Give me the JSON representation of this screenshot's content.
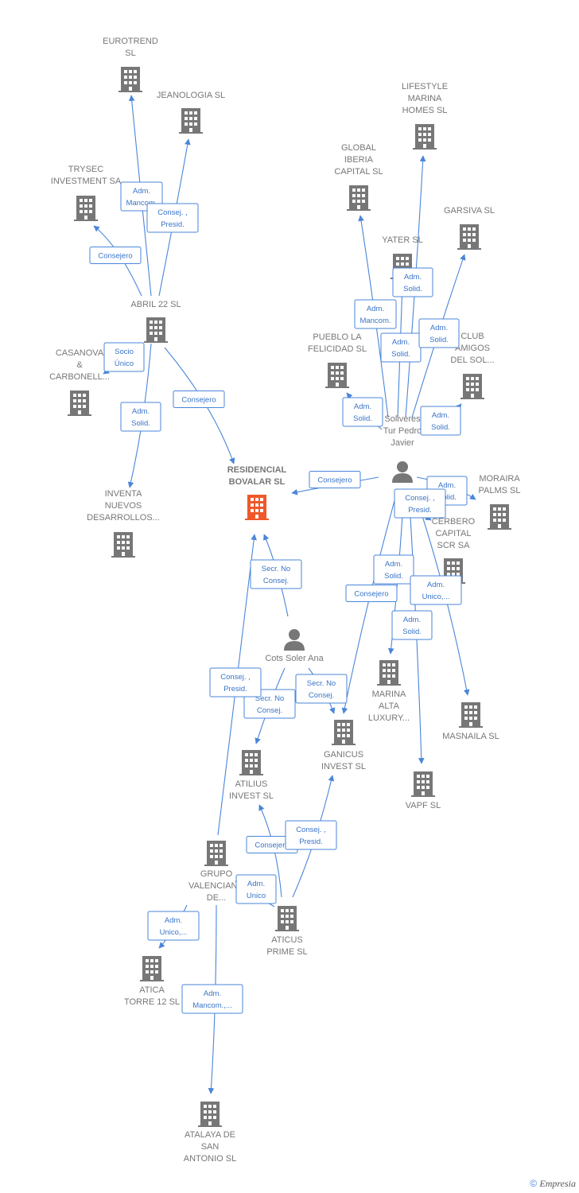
{
  "colors": {
    "edge": "#4a86d9",
    "company": "#777777",
    "focus": "#f0582a",
    "person": "#777777"
  },
  "nodes": [
    {
      "id": "eurotrend",
      "type": "company",
      "label": [
        "EUROTREND",
        "SL"
      ]
    },
    {
      "id": "jeanologia",
      "type": "company",
      "label": [
        "JEANOLOGIA SL"
      ]
    },
    {
      "id": "trysec",
      "type": "company",
      "label": [
        "TRYSEC",
        "INVESTMENT SA"
      ]
    },
    {
      "id": "abril22",
      "type": "company",
      "label": [
        "ABRIL 22  SL"
      ]
    },
    {
      "id": "casanova",
      "type": "company",
      "label": [
        "CASANOVA",
        "&",
        "CARBONELL..."
      ]
    },
    {
      "id": "inventa",
      "type": "company",
      "label": [
        "INVENTA",
        "NUEVOS",
        "DESARROLLOS..."
      ]
    },
    {
      "id": "residencial",
      "type": "focus",
      "label": [
        "RESIDENCIAL",
        "BOVALAR  SL"
      ]
    },
    {
      "id": "lifestyle",
      "type": "company",
      "label": [
        "LIFESTYLE",
        "MARINA",
        "HOMES  SL"
      ]
    },
    {
      "id": "global",
      "type": "company",
      "label": [
        "GLOBAL",
        "IBERIA",
        "CAPITAL SL"
      ]
    },
    {
      "id": "garsiva",
      "type": "company",
      "label": [
        "GARSIVA SL"
      ]
    },
    {
      "id": "yater",
      "type": "company",
      "label": [
        "YATER SL"
      ]
    },
    {
      "id": "pueblo",
      "type": "company",
      "label": [
        "PUEBLO LA",
        "FELICIDAD SL"
      ]
    },
    {
      "id": "club",
      "type": "company",
      "label": [
        "CLUB",
        "AMIGOS",
        "DEL SOL..."
      ]
    },
    {
      "id": "soliveres",
      "type": "person",
      "label": [
        "Soliveres",
        "Tur Pedro",
        "Javier"
      ]
    },
    {
      "id": "moraira",
      "type": "company",
      "label": [
        "MORAIRA",
        "PALMS  SL"
      ]
    },
    {
      "id": "cerbero",
      "type": "company",
      "label": [
        "CERBERO",
        "CAPITAL",
        "SCR SA"
      ]
    },
    {
      "id": "cots",
      "type": "person",
      "label": [
        "Cots Soler Ana"
      ]
    },
    {
      "id": "marina",
      "type": "company",
      "label": [
        "MARINA",
        "ALTA",
        "LUXURY..."
      ]
    },
    {
      "id": "masnaila",
      "type": "company",
      "label": [
        "MASNAILA  SL"
      ]
    },
    {
      "id": "ganicus",
      "type": "company",
      "label": [
        "GANICUS",
        "INVEST  SL"
      ]
    },
    {
      "id": "atilius",
      "type": "company",
      "label": [
        "ATILIUS",
        "INVEST  SL"
      ]
    },
    {
      "id": "vapf",
      "type": "company",
      "label": [
        "VAPF SL"
      ]
    },
    {
      "id": "grupo",
      "type": "company",
      "label": [
        "GRUPO",
        "VALENCIANO",
        "DE..."
      ]
    },
    {
      "id": "aticus",
      "type": "company",
      "label": [
        "ATICUS",
        "PRIME  SL"
      ]
    },
    {
      "id": "atica",
      "type": "company",
      "label": [
        "ATICA",
        "TORRE 12  SL"
      ]
    },
    {
      "id": "atalaya",
      "type": "company",
      "label": [
        "ATALAYA DE",
        "SAN",
        "ANTONIO  SL"
      ]
    }
  ],
  "edges": [
    {
      "from": "abril22",
      "to": "eurotrend",
      "label": [
        "Adm.",
        "Mancom."
      ]
    },
    {
      "from": "abril22",
      "to": "jeanologia",
      "label": [
        "Consej. ,",
        "Presid."
      ]
    },
    {
      "from": "abril22",
      "to": "trysec",
      "label": [
        "Consejero"
      ]
    },
    {
      "from": "abril22",
      "to": "casanova",
      "label": [
        "Socio",
        "Único"
      ]
    },
    {
      "from": "abril22",
      "to": "inventa",
      "label": [
        "Adm.",
        "Solid."
      ]
    },
    {
      "from": "abril22",
      "to": "residencial",
      "label": [
        "Consejero"
      ]
    },
    {
      "from": "soliveres",
      "to": "lifestyle",
      "label": [
        "Adm.",
        "Solid."
      ]
    },
    {
      "from": "soliveres",
      "to": "global",
      "label": [
        "Adm.",
        "Mancom."
      ]
    },
    {
      "from": "soliveres",
      "to": "yater",
      "label": [
        "Adm.",
        "Solid."
      ]
    },
    {
      "from": "soliveres",
      "to": "garsiva",
      "label": [
        "Adm.",
        "Solid."
      ]
    },
    {
      "from": "soliveres",
      "to": "pueblo",
      "label": [
        "Adm.",
        "Solid."
      ]
    },
    {
      "from": "soliveres",
      "to": "club",
      "label": [
        "Adm.",
        "Solid."
      ]
    },
    {
      "from": "soliveres",
      "to": "residencial",
      "label": [
        "Consejero"
      ]
    },
    {
      "from": "soliveres",
      "to": "moraira",
      "label": [
        "Adm.",
        "Solid."
      ]
    },
    {
      "from": "soliveres",
      "to": "cerbero",
      "label": [
        "Consej. ,",
        "Presid."
      ]
    },
    {
      "from": "soliveres",
      "to": "marina",
      "label": [
        "Adm.",
        "Solid."
      ]
    },
    {
      "from": "soliveres",
      "to": "ganicus",
      "label": [
        "Consejero"
      ]
    },
    {
      "from": "soliveres",
      "to": "masnaila",
      "label": [
        "Adm.",
        "Unico,..."
      ]
    },
    {
      "from": "soliveres",
      "to": "vapf",
      "label": [
        "Adm.",
        "Solid."
      ]
    },
    {
      "from": "cots",
      "to": "residencial",
      "label": [
        "Secr.  No",
        "Consej."
      ]
    },
    {
      "from": "cots",
      "to": "atilius",
      "label": [
        "Secr.  No",
        "Consej."
      ]
    },
    {
      "from": "cots",
      "to": "ganicus",
      "label": [
        "Secr.  No",
        "Consej."
      ]
    },
    {
      "from": "grupo",
      "to": "residencial",
      "label": [
        "Consej. ,",
        "Presid."
      ]
    },
    {
      "from": "aticus",
      "to": "atilius",
      "label": [
        "Consejero"
      ]
    },
    {
      "from": "aticus",
      "to": "ganicus",
      "label": [
        "Consej. ,",
        "Presid."
      ]
    },
    {
      "from": "aticus",
      "to": "grupo",
      "label": [
        "Adm.",
        "Unico"
      ]
    },
    {
      "from": "grupo",
      "to": "atica",
      "label": [
        "Adm.",
        "Unico,..."
      ]
    },
    {
      "from": "grupo",
      "to": "atalaya",
      "label": [
        "Adm.",
        "Mancom.,..."
      ]
    }
  ],
  "footer": {
    "copyright": "©",
    "brand": "Empresia"
  }
}
